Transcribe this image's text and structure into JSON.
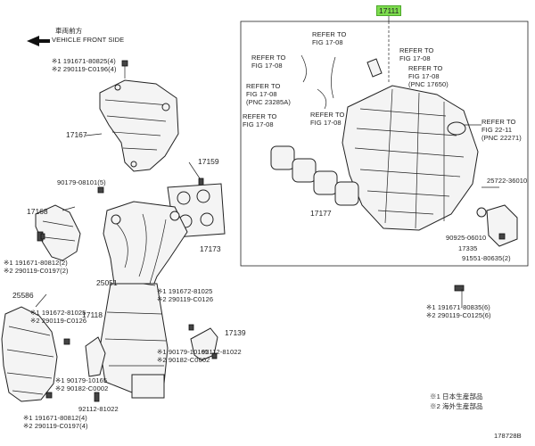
{
  "header": {
    "vehicle_front_jp": "車両前方",
    "vehicle_front": "VEHICLE FRONT SIDE"
  },
  "callouts": {
    "p17111": "17111",
    "p17167": "17167",
    "p17159": "17159",
    "p17173": "17173",
    "p17168": "17168",
    "p17177": "17177",
    "p25051": "25051",
    "p25586": "25586",
    "p17118": "17118",
    "p17139": "17139",
    "p25722": "25722-36010",
    "p90925": "90925-06010",
    "p17335": "17335",
    "p91551": "91551-80635(2)",
    "p90179a": "90179-08101(5)",
    "p92112a": "92112-81022",
    "p92112b": "92112-81022"
  },
  "refs": {
    "r1": [
      "REFER TO",
      "FIG 17-08"
    ],
    "r2": [
      "REFER TO",
      "FIG 17-08"
    ],
    "r3": [
      "REFER TO",
      "FIG 17-08"
    ],
    "r4": [
      "REFER TO",
      "FIG 17-08",
      "(PNC 17650)"
    ],
    "r5": [
      "REFER TO",
      "FIG 17-08",
      "(PNC 23285A)"
    ],
    "r6": [
      "REFER TO",
      "FIG 17-08"
    ],
    "r7": [
      "REFER TO",
      "FIG 17-08"
    ],
    "r8": [
      "REFER TO",
      "FIG 22-11",
      "(PNC 22271)"
    ]
  },
  "partnos": {
    "a1": [
      "※1 191671-80825(4)",
      "※2 290119-C0196(4)"
    ],
    "a2": [
      "※1 191671-80812(2)",
      "※2 290119-C0197(2)"
    ],
    "a3": [
      "※1 191672-81025",
      "※2 290119-C0126"
    ],
    "a4": [
      "※1 191672-81025",
      "※2 290119-C0126"
    ],
    "a5": [
      "※1 90179-10165",
      "※2 90182-C0002"
    ],
    "a6": [
      "※1 90179-10165",
      "※2 90182-C0002"
    ],
    "a7": [
      "※1 191671-80812(4)",
      "※2 290119-C0197(4)"
    ],
    "a8": [
      "※1 191671-80835(6)",
      "※2 290119-C0125(6)"
    ]
  },
  "legend": {
    "l1": "※1 日本生産部品",
    "l2": "※2 海外生産部品"
  },
  "figure_id": "178728B"
}
